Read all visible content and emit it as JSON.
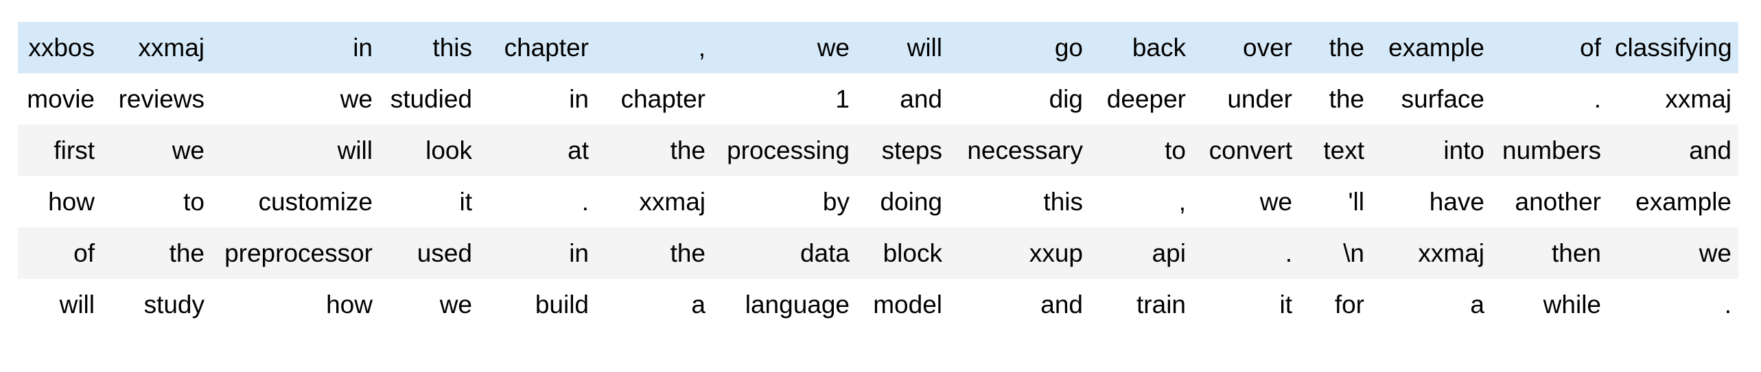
{
  "colors": {
    "background": "#ffffff",
    "highlight_row": "#d6e9f8",
    "stripe_row": "#f4f4f4",
    "text": "#000000"
  },
  "table": {
    "rows": [
      {
        "style": "highlight",
        "cells": [
          "xxbos",
          "xxmaj",
          "in",
          "this",
          "chapter",
          ",",
          "we",
          "will",
          "go",
          "back",
          "over",
          "the",
          "example",
          "of",
          "classifying"
        ]
      },
      {
        "style": "plain",
        "cells": [
          "movie",
          "reviews",
          "we",
          "studied",
          "in",
          "chapter",
          "1",
          "and",
          "dig",
          "deeper",
          "under",
          "the",
          "surface",
          ".",
          "xxmaj"
        ]
      },
      {
        "style": "stripe",
        "cells": [
          "first",
          "we",
          "will",
          "look",
          "at",
          "the",
          "processing",
          "steps",
          "necessary",
          "to",
          "convert",
          "text",
          "into",
          "numbers",
          "and"
        ]
      },
      {
        "style": "plain",
        "cells": [
          "how",
          "to",
          "customize",
          "it",
          ".",
          "xxmaj",
          "by",
          "doing",
          "this",
          ",",
          "we",
          "'ll",
          "have",
          "another",
          "example"
        ]
      },
      {
        "style": "stripe",
        "cells": [
          "of",
          "the",
          "preprocessor",
          "used",
          "in",
          "the",
          "data",
          "block",
          "xxup",
          "api",
          ".",
          "\\n",
          "xxmaj",
          "then",
          "we"
        ]
      },
      {
        "style": "plain",
        "cells": [
          "will",
          "study",
          "how",
          "we",
          "build",
          "a",
          "language",
          "model",
          "and",
          "train",
          "it",
          "for",
          "a",
          "while",
          "."
        ]
      }
    ]
  }
}
